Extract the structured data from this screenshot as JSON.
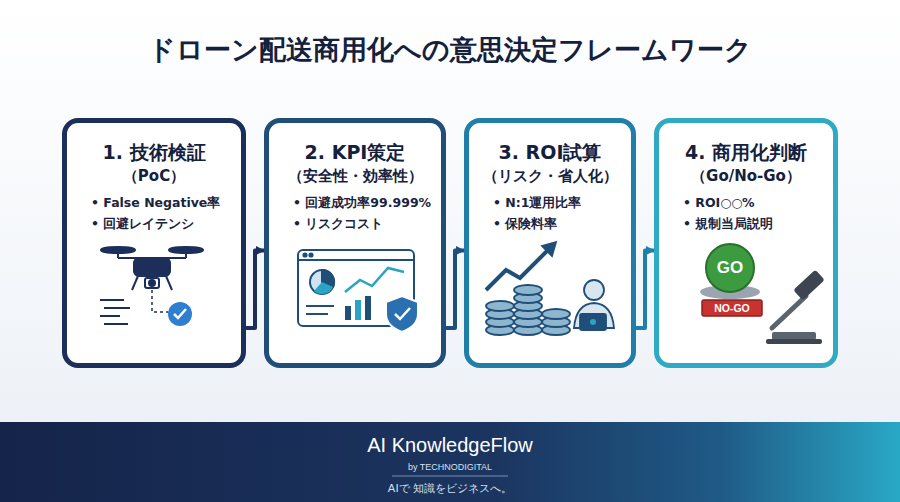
{
  "diagram": {
    "title": "ドローン配送商用化への意思決定フレームワーク",
    "nodes": [
      {
        "text": [
          "1. 技術検証",
          "（PoC）",
          "• False Negative率",
          "• 回避レイテンシ"
        ]
      },
      {
        "text": [
          "2. KPI策定",
          "（安全性・効率性）",
          "• 回避成功率99.999%",
          "• リスクコスト"
        ]
      },
      {
        "text": [
          "3. ROI試算",
          "（リスク・省人化）",
          "• N:1運用比率",
          "• 保険料率"
        ]
      },
      {
        "text": [
          "4. 商用化判断",
          "（Go/No-Go）",
          "• ROI○○%",
          "• 規制当局説明"
        ]
      },
      {
        "text": [
          "AI KnowledgeFlow",
          "by TECHNODIGITAL",
          "AIで 知識をビジネスへ。"
        ]
      }
    ],
    "edges": [
      {
        "from": 0,
        "to": 1,
        "arrow": "to"
      },
      {
        "from": 1,
        "to": 2,
        "arrow": "to"
      },
      {
        "from": 2,
        "to": 3,
        "arrow": "to"
      }
    ],
    "labels": [
      "GO",
      "NO-GO"
    ]
  }
}
